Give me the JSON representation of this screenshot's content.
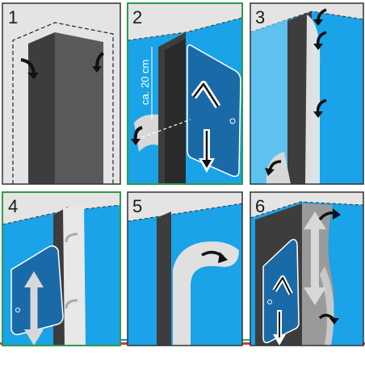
{
  "panels": [
    {
      "number": "1",
      "highlighted": false
    },
    {
      "number": "2",
      "highlighted": true,
      "measure_label": "ca. 20 cm"
    },
    {
      "number": "3",
      "highlighted": false
    },
    {
      "number": "4",
      "highlighted": true
    },
    {
      "number": "5",
      "highlighted": false
    },
    {
      "number": "6",
      "highlighted": false
    }
  ],
  "colors": {
    "panel_frame": "#333333",
    "highlight_frame": "#2f9a4a",
    "wall_blue": "#1aa3e8",
    "light_blue": "#5dc2ef",
    "post_dark": "#3d3d3d",
    "post_mid": "#5a5a5a",
    "grey_bg": "#e4e4e4",
    "tool_blue": "#1b6aa8",
    "film": "#d8d8d8",
    "ground_red": "#d83a2a",
    "ground_blue": "#2a8ad8",
    "ground_green": "#3ca85a"
  }
}
